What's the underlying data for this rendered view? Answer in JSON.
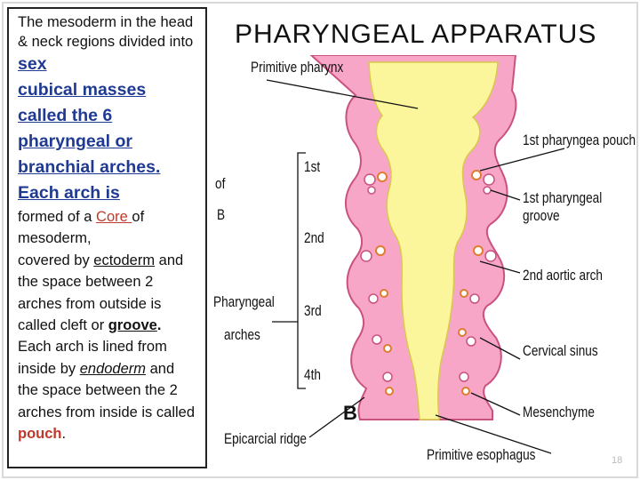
{
  "text_panel": {
    "line1": "The mesoderm in the head & neck regions divided into ",
    "word_sex": "sex",
    "phrase_masses": "cubical masses called the 6 pharyngeal or branchial arches.",
    "phrase_each_arch": " Each arch is",
    "formed_of": "formed of a ",
    "core": "Core ",
    "of_mesoderm": "of mesoderm,",
    "covered_by": "covered by ",
    "ectoderm": "ectoderm",
    "space_between": " and the space between 2 arches from outside is called cleft  or ",
    "groove": "groove",
    "period1": ".",
    "lined_from": "Each arch is lined from inside by ",
    "endoderm": "endoderm",
    "space_inside": " and the space between the 2 arches from inside is called ",
    "pouch": "pouch",
    "period2": "."
  },
  "slide_title": "PHARYNGEAL APPARATUS",
  "figure": {
    "labels": {
      "primitive_pharynx": "Primitive pharynx",
      "first_pouch": "1st pharyngea pouch",
      "first_groove": "1st pharyngeal groove",
      "second_aortic": "2nd aortic arch",
      "cervical_sinus": "Cervical sinus",
      "mesenchyme": "Mesenchyme",
      "primitive_esophagus": "Primitive esophagus",
      "epicarcial_ridge": "Epicarcial ridge",
      "pharyngeal_arches_1": "Pharyngeal",
      "pharyngeal_arches_2": "arches",
      "arch_1st": "1st",
      "arch_2nd": "2nd",
      "arch_3rd": "3rd",
      "arch_4th": "4th",
      "b_large": "B",
      "b_left": "B",
      "of_left": "of"
    }
  },
  "page_number": "18"
}
